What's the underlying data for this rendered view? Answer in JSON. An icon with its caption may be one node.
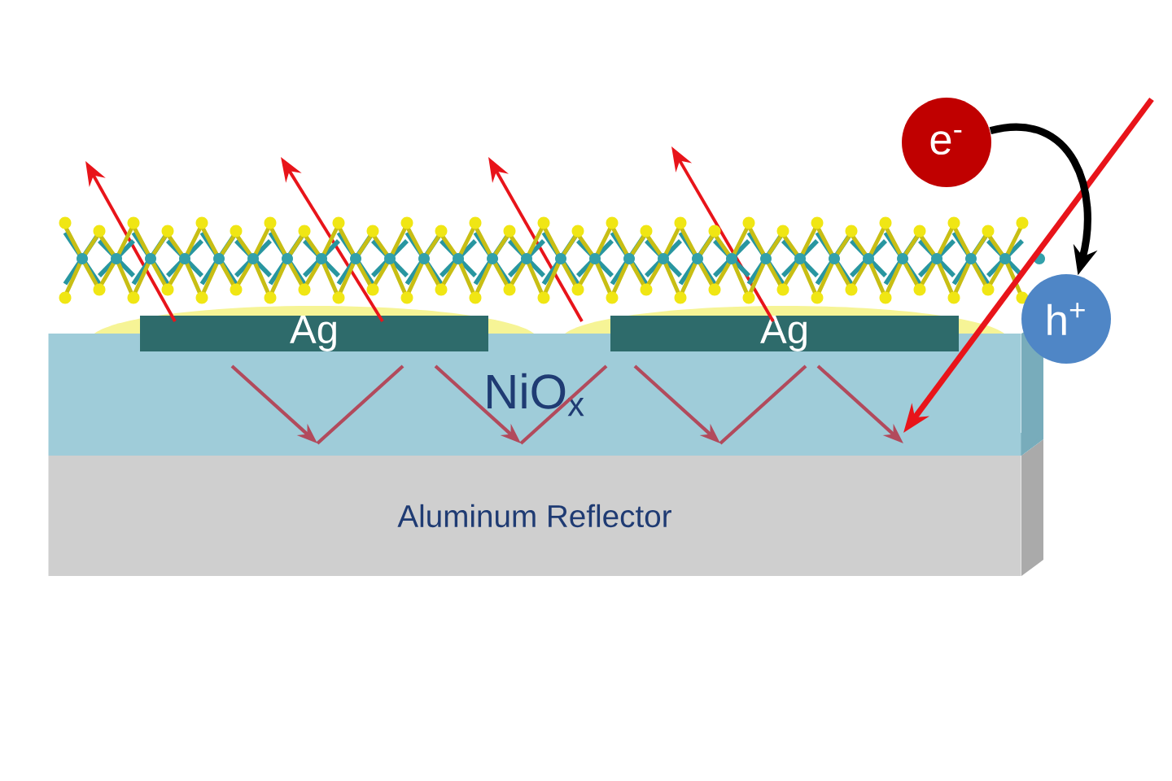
{
  "diagram": {
    "nodes": [
      {
        "text": [
          "NiO$_{x}$"
        ]
      },
      {
        "text": [
          "Ag"
        ]
      },
      {
        "text": [
          "Ag"
        ]
      },
      {
        "text": [
          "Aluminum Reflector"
        ]
      },
      {
        "text": [
          "e$^{-}$"
        ]
      },
      {
        "text": [
          "h$^{+}$"
        ]
      }
    ],
    "edges": [
      {
        "from": 4,
        "to": 5,
        "arrow": "to"
      }
    ]
  }
}
